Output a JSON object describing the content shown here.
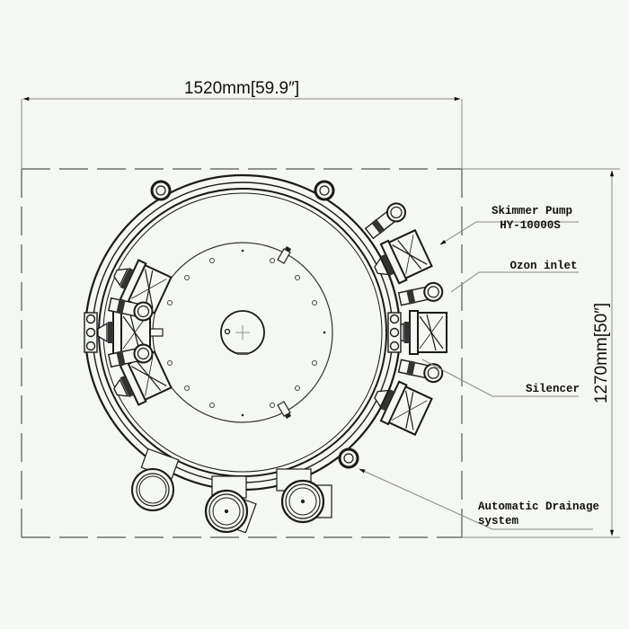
{
  "drawing": {
    "title": "Protein skimmer top view drawing",
    "background_color": "#f4f7f2",
    "line_color": "#1a1a1a"
  },
  "dimensions": {
    "width_label": "1520mm[59.9″]",
    "height_label": "1270mm[50″]"
  },
  "callouts": [
    {
      "id": "skimmer-pump",
      "line1": "Skimmer Pump",
      "line2": "HY-10000S"
    },
    {
      "id": "ozon-inlet",
      "line1": "Ozon inlet",
      "line2": ""
    },
    {
      "id": "silencer",
      "line1": "Silencer",
      "line2": ""
    },
    {
      "id": "drainage",
      "line1": "Automatic Drainage",
      "line2": "system"
    }
  ],
  "components": {
    "pump_count": 6,
    "bottom_ports": 3,
    "top_lifting_rings": 2,
    "inner_plate_bolt_holes": 12
  }
}
